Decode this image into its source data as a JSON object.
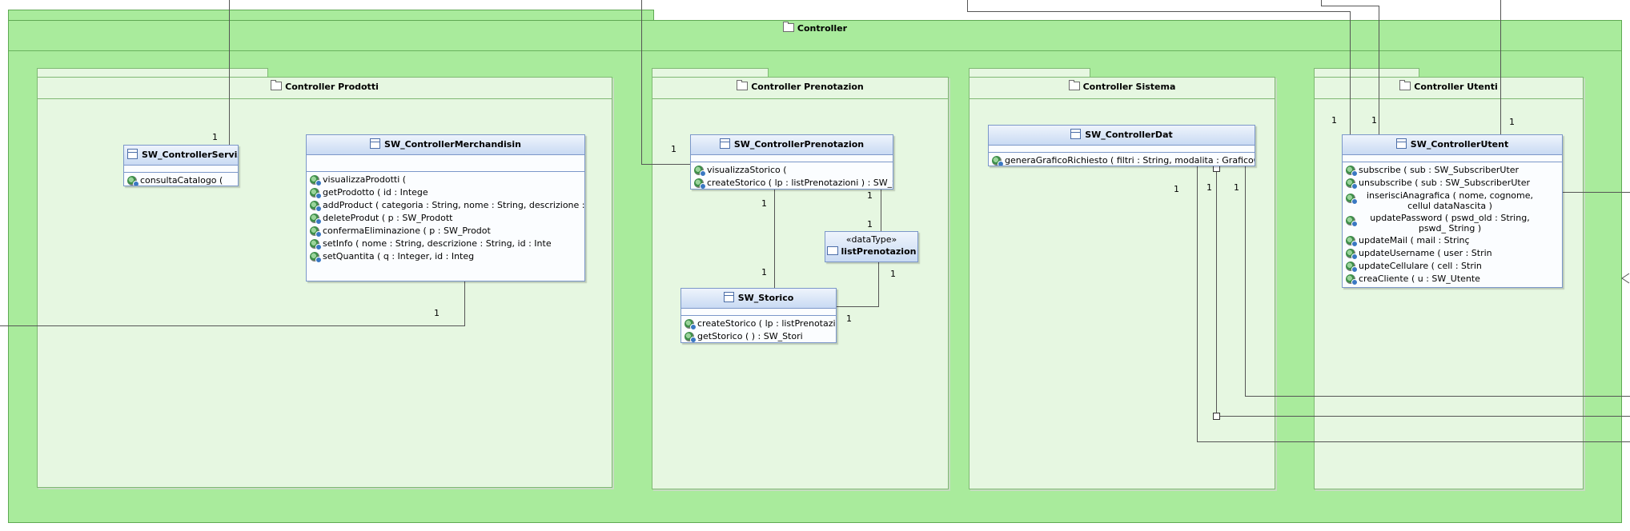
{
  "root_package": {
    "name": "Controller"
  },
  "packages": {
    "prodotti": {
      "name": "Controller Prodotti"
    },
    "prenotazioni": {
      "name": "Controller Prenotazion"
    },
    "sistema": {
      "name": "Controller Sistema"
    },
    "utenti": {
      "name": "Controller Utenti"
    }
  },
  "classes": {
    "servizi": {
      "name": "SW_ControllerServizi",
      "ops": [
        "consultaCatalogo ("
      ]
    },
    "merch": {
      "name": "SW_ControllerMerchandisin",
      "ops": [
        "visualizzaProdotti (",
        "getProdotto ( id : Intege",
        "addProduct ( categoria : String, nome : String, descrizione : S",
        "deleteProdut ( p : SW_Prodott",
        "confermaEliminazione ( p : SW_Prodot",
        "setInfo ( nome : String, descrizione : String, id : Inte",
        "setQuantita ( q : Integer, id : Integ"
      ]
    },
    "prenot": {
      "name": "SW_ControllerPrenotazion",
      "ops": [
        "visualizzaStorico (",
        "createStorico ( lp : listPrenotazioni ) : SW_Sto"
      ]
    },
    "storico": {
      "name": "SW_Storico",
      "ops": [
        "createStorico ( lp : listPrenotazio",
        "getStorico ( ) : SW_Stori"
      ]
    },
    "dat": {
      "name": "SW_ControllerDat",
      "ops": [
        "generaGraficoRichiesto ( filtri : String, modalita : GraficoCon"
      ]
    },
    "utent": {
      "name": "SW_ControllerUtent",
      "ops": [
        "subscribe ( sub : SW_SubscriberUter",
        "unsubscribe ( sub : SW_SubscriberUter",
        "inserisciAnagrafica ( nome, cognome, cellul dataNascita )",
        "updatePassword ( pswd_old : String, pswd_ String )",
        "updateMail ( mail : Strinç",
        "updateUsername ( user : Strin",
        "updateCellulare ( cell : Strin",
        "creaCliente ( u : SW_Utente"
      ]
    }
  },
  "datatype": {
    "stereotype": "«dataType»",
    "name": "listPrenotazion"
  },
  "multiplicities": {
    "one": "1"
  }
}
